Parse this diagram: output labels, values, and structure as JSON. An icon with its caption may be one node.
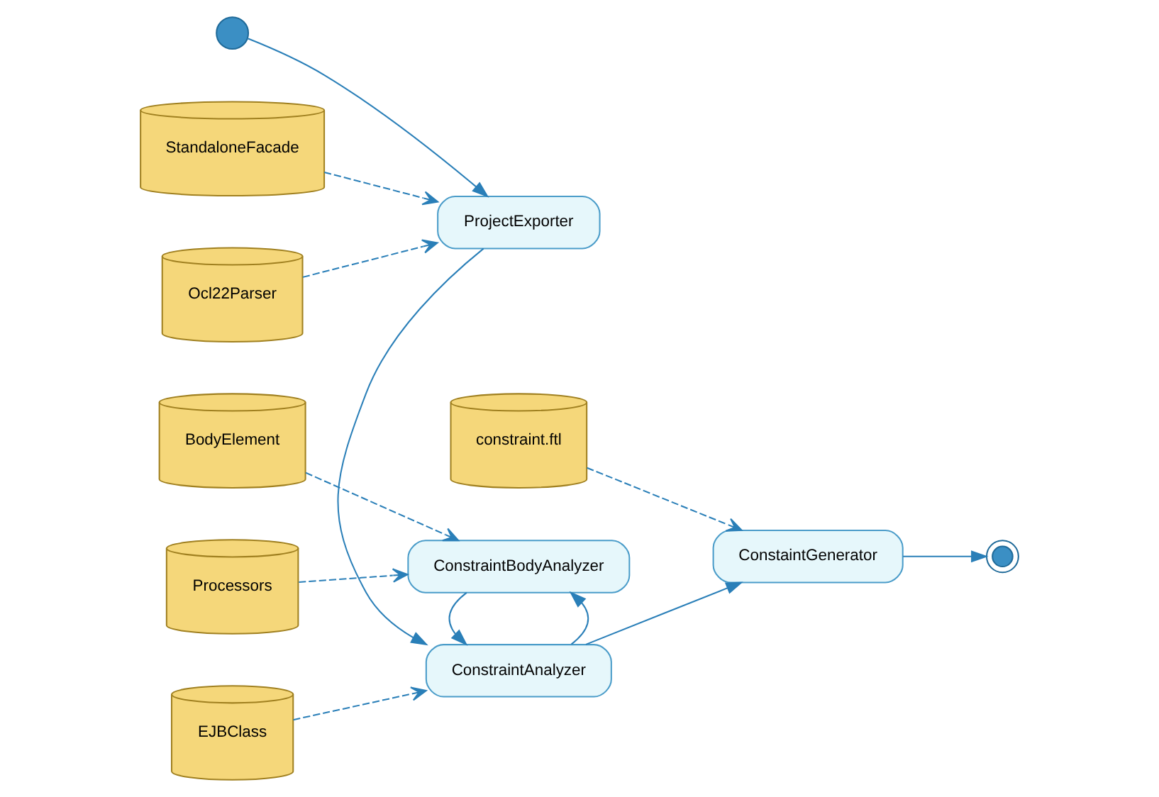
{
  "diagram": {
    "nodes": [
      {
        "text": [],
        "shape": "circle"
      },
      {
        "text": [
          "ProjectExporter"
        ]
      },
      {
        "text": [
          "StandaloneFacade"
        ]
      },
      {
        "text": [
          "Ocl22Parser"
        ]
      },
      {
        "text": [
          "EJBClass"
        ]
      },
      {
        "text": [
          "ConstraintAnalyzer"
        ]
      },
      {
        "text": [
          "ConstaintGenerator"
        ]
      },
      {
        "text": [],
        "shape": "circle"
      },
      {
        "text": [
          "BodyElement"
        ]
      },
      {
        "text": [
          "ConstraintBodyAnalyzer"
        ]
      },
      {
        "text": [
          "constraint.ftl"
        ]
      },
      {
        "text": [
          "Processors"
        ]
      }
    ],
    "edges": [
      {
        "from": 0,
        "to": 1,
        "arrow": "to"
      },
      {
        "from": 2,
        "to": 1,
        "arrow": "to",
        "style": "dashed"
      },
      {
        "from": 3,
        "to": 1,
        "arrow": "to",
        "style": "dashed"
      },
      {
        "from": 1,
        "to": 5,
        "arrow": "to"
      },
      {
        "from": 4,
        "to": 5,
        "arrow": "to",
        "style": "dashed"
      },
      {
        "from": 5,
        "to": 6,
        "arrow": "to"
      },
      {
        "from": 6,
        "to": 7,
        "arrow": "to"
      },
      {
        "from": 10,
        "to": 6,
        "arrow": "to",
        "style": "dashed"
      },
      {
        "from": 5,
        "to": 9,
        "arrow": "to"
      },
      {
        "from": 9,
        "to": 5,
        "arrow": "to"
      },
      {
        "from": 8,
        "to": 9,
        "arrow": "to",
        "style": "dashed"
      },
      {
        "from": 11,
        "to": 9,
        "arrow": "to",
        "style": "dashed"
      }
    ]
  }
}
